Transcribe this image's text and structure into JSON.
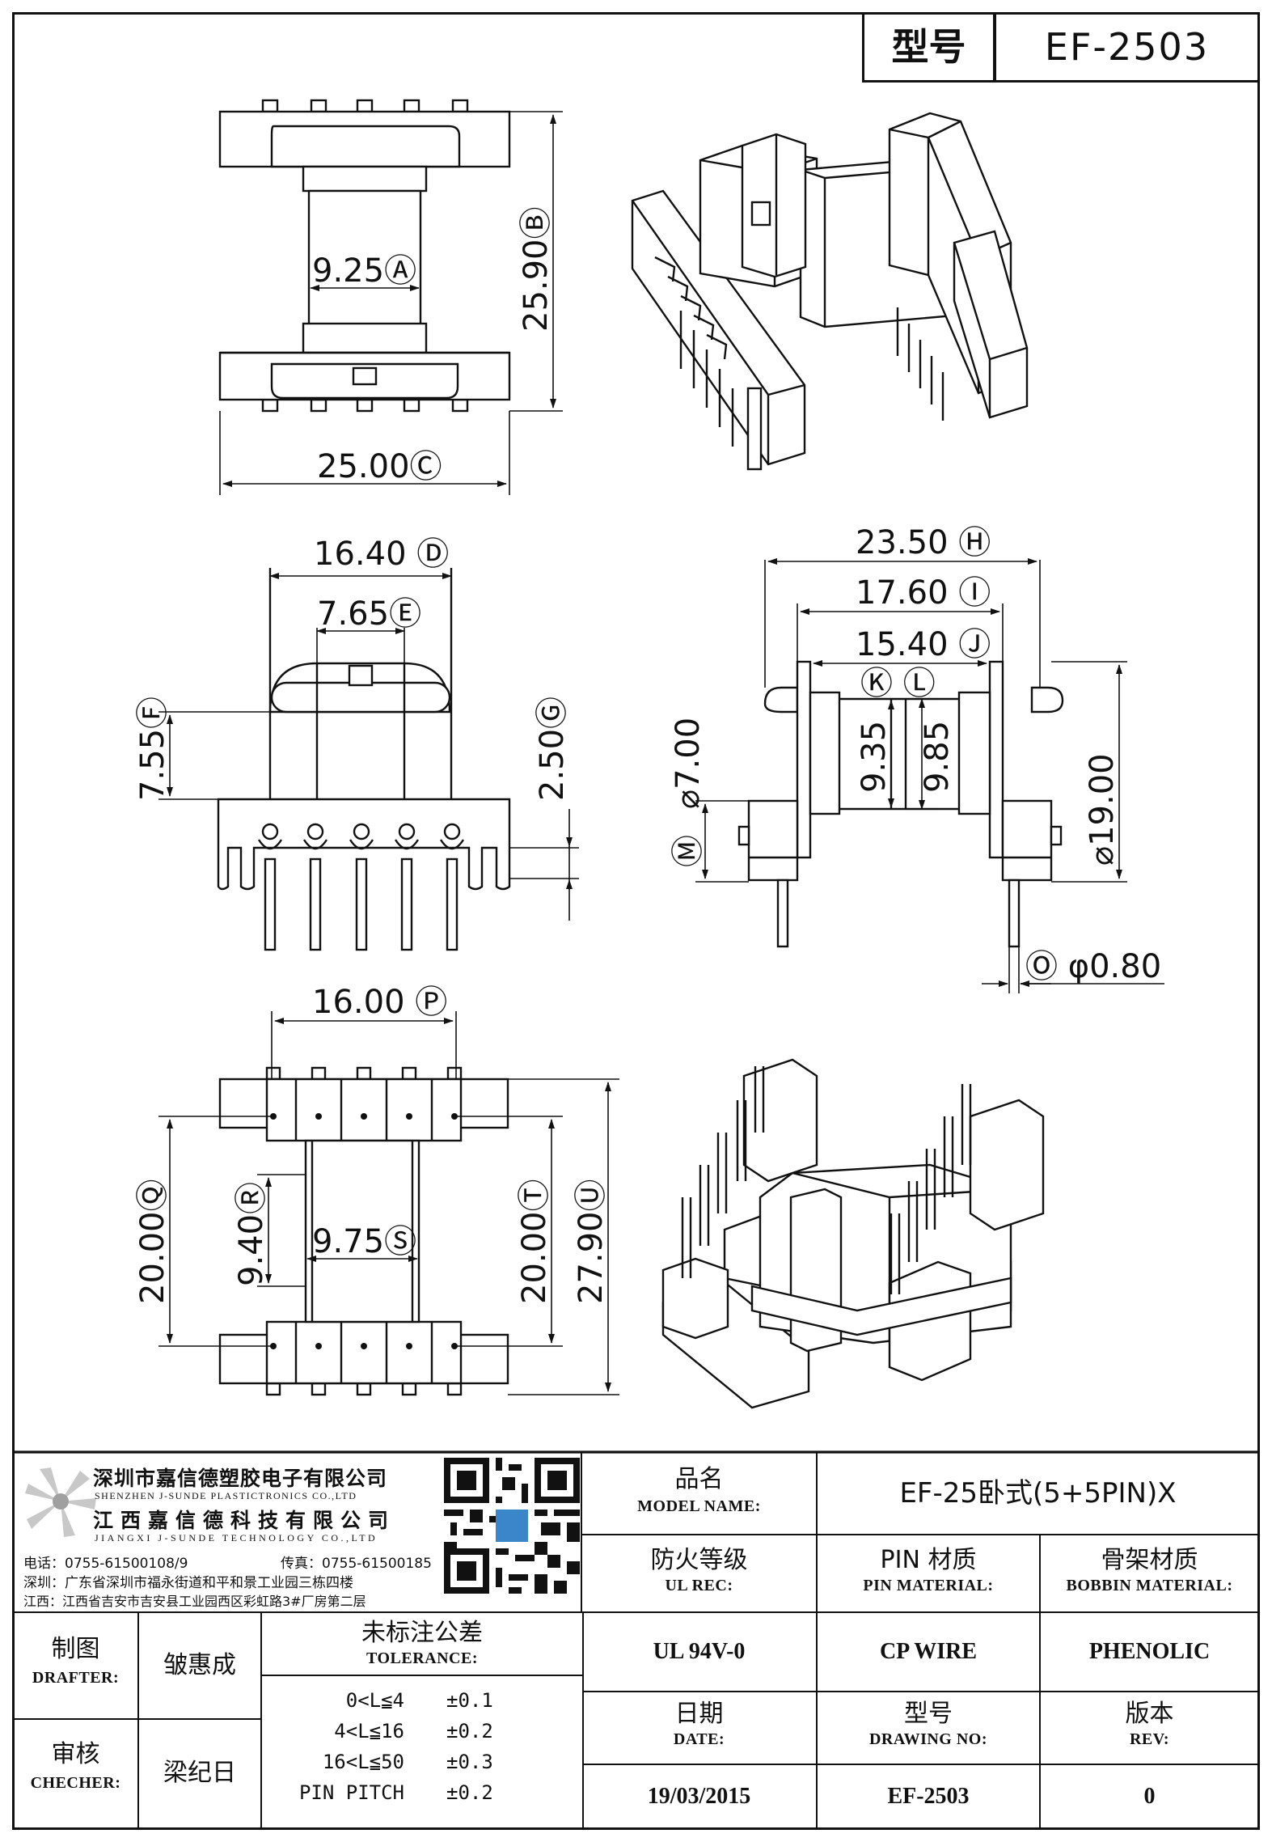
{
  "header": {
    "model_label": "型号",
    "model_value": "EF-2503"
  },
  "dimensions": {
    "A": "9.25",
    "B": "25.90",
    "C": "25.00",
    "D": "16.40",
    "E": "7.65",
    "F": "7.55",
    "G": "2.50",
    "H": "23.50",
    "I": "17.60",
    "J": "15.40",
    "K": "9.35",
    "L": "9.85",
    "M": "7.00",
    "N": "19.00",
    "O": "0.80",
    "P": "16.00",
    "Q": "20.00",
    "R": "9.40",
    "S": "9.75",
    "T": "20.00",
    "U": "27.90"
  },
  "symbols": {
    "diameter": "⌀",
    "phi": "φ"
  },
  "company": {
    "name_cn_1": "深圳市嘉信德塑胶电子有限公司",
    "name_en_1": "SHENZHEN J-SUNDE PLASTICTRONICS CO.,LTD",
    "name_cn_2": "江西嘉信德科技有限公司",
    "name_en_2": "JIANGXI J-SUNDE TECHNOLOGY CO.,LTD",
    "tel": "电话：0755-61500108/9",
    "fax": "传真：0755-61500185",
    "addr_sz": "深圳：广东省深圳市福永街道和平和景工业园三栋四楼",
    "addr_jx": "江西：江西省吉安市吉安县工业园西区彩虹路3#厂房第二层"
  },
  "titleblock": {
    "model_name_cn": "品名",
    "model_name_en": "MODEL NAME:",
    "model_name_value": "EF-25卧式(5+5PIN)X",
    "ul_cn": "防火等级",
    "ul_en": "UL REC:",
    "ul_value": "UL 94V-0",
    "pin_cn": "PIN 材质",
    "pin_en": "PIN MATERIAL:",
    "pin_value": "CP WIRE",
    "bobbin_cn": "骨架材质",
    "bobbin_en": "BOBBIN MATERIAL:",
    "bobbin_value": "PHENOLIC",
    "drafter_cn": "制图",
    "drafter_en": "DRAFTER:",
    "drafter_value": "皱惠成",
    "checker_cn": "审核",
    "checker_en": "CHECHER:",
    "checker_value": "梁纪日",
    "tol_cn": "未标注公差",
    "tol_en": "TOLERANCE:",
    "tol_rows": [
      {
        "range": "0<L≦4",
        "value": "±0.1"
      },
      {
        "range": "4<L≦16",
        "value": "±0.2"
      },
      {
        "range": "16<L≦50",
        "value": "±0.3"
      },
      {
        "range": "PIN PITCH",
        "value": "±0.2"
      }
    ],
    "date_cn": "日期",
    "date_en": "DATE:",
    "date_value": "19/03/2015",
    "drawno_cn": "型号",
    "drawno_en": "DRAWING NO:",
    "drawno_value": "EF-2503",
    "rev_cn": "版本",
    "rev_en": "REV:",
    "rev_value": "0"
  }
}
